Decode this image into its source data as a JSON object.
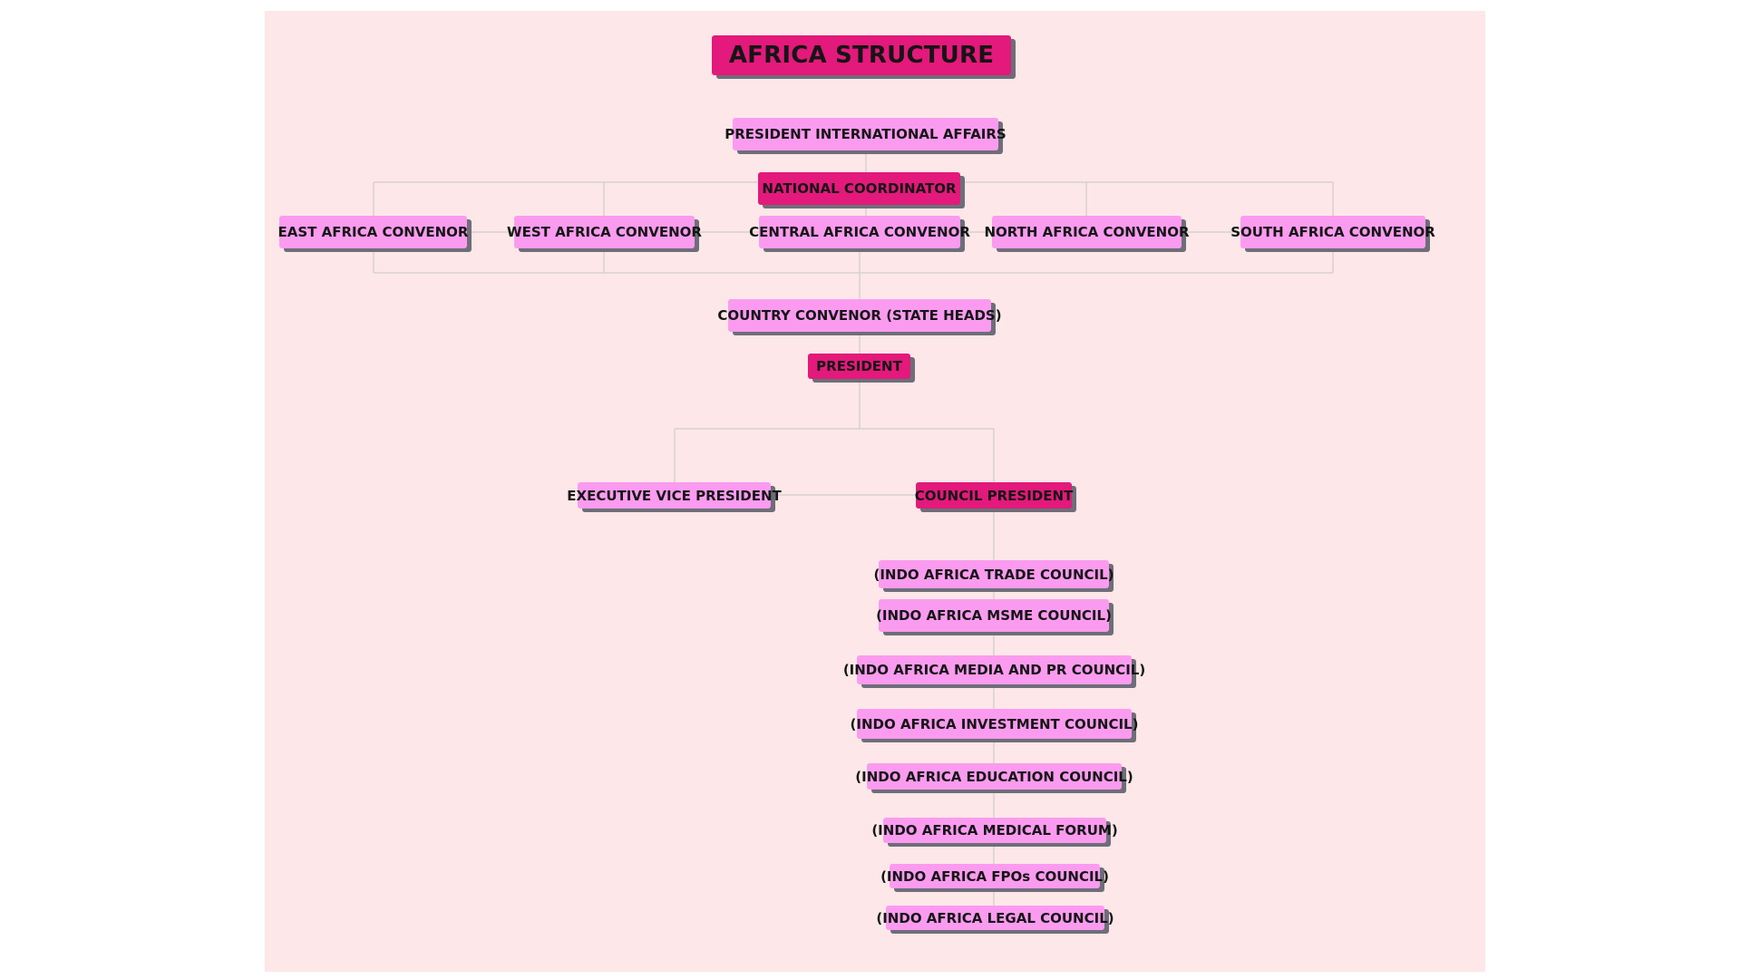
{
  "colors": {
    "canvas_bg": "#fde7e8",
    "node_light": "#fb9bf0",
    "node_dark": "#e3197b",
    "connector": "#d8d0d0",
    "shadow": "#6e6e78"
  },
  "diagram": {
    "title": "AFRICA STRUCTURE",
    "president_international_affairs": "PRESIDENT INTERNATIONAL AFFAIRS",
    "national_coordinator": "NATIONAL COORDINATOR",
    "regional_convenors": [
      "EAST AFRICA CONVENOR",
      "WEST AFRICA CONVENOR",
      "CENTRAL AFRICA CONVENOR",
      "NORTH AFRICA CONVENOR",
      "SOUTH AFRICA CONVENOR"
    ],
    "country_convenor": "COUNTRY CONVENOR (STATE HEADS)",
    "president": "PRESIDENT",
    "executive_vice_president": "EXECUTIVE VICE PRESIDENT",
    "council_president": "COUNCIL PRESIDENT",
    "councils": [
      "(INDO AFRICA TRADE COUNCIL)",
      "(INDO AFRICA MSME COUNCIL)",
      "(INDO AFRICA MEDIA AND PR COUNCIL)",
      "(INDO AFRICA INVESTMENT COUNCIL)",
      "(INDO AFRICA EDUCATION COUNCIL)",
      "(INDO AFRICA MEDICAL FORUM)",
      "(INDO AFRICA FPOs COUNCIL)",
      "(INDO AFRICA LEGAL COUNCIL)"
    ]
  }
}
